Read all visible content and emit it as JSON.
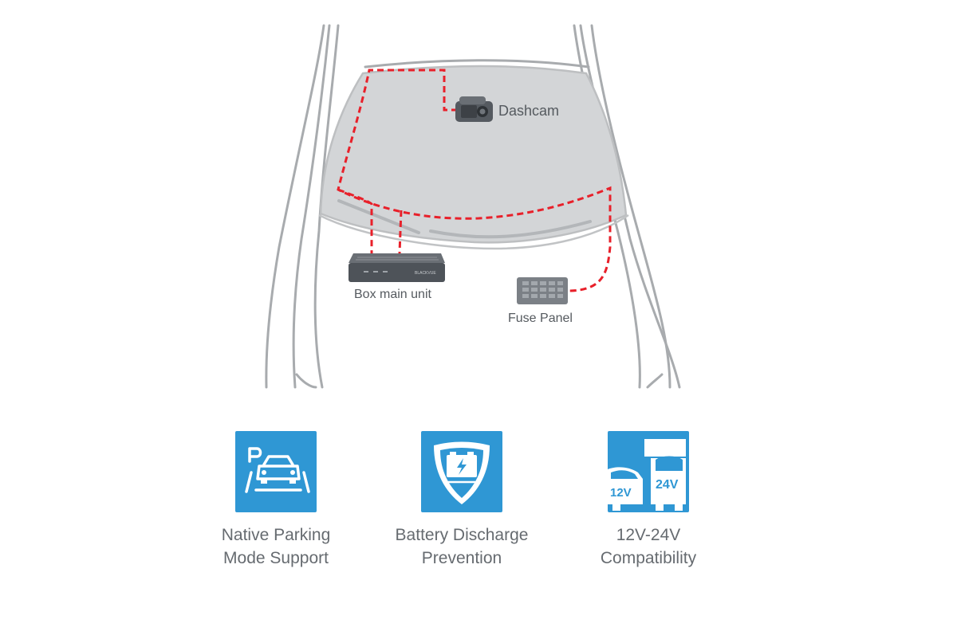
{
  "diagram": {
    "labels": {
      "dashcam": "Dashcam",
      "box_main_unit": "Box main unit",
      "fuse_panel": "Fuse Panel",
      "brand_on_box": "BLACKVUE"
    },
    "colors": {
      "wire": "#e8202a",
      "car_outline": "#a8abae",
      "windshield": "#d3d5d7",
      "device": "#555a60",
      "accent": "#2f97d4"
    }
  },
  "features": [
    {
      "icon": "parking-car-icon",
      "line1": "Native Parking",
      "line2": "Mode Support",
      "glyph": "P"
    },
    {
      "icon": "battery-shield-icon",
      "line1": "Battery Discharge",
      "line2": "Prevention"
    },
    {
      "icon": "vehicles-voltage-icon",
      "line1": "12V-24V",
      "line2": "Compatibility",
      "car_voltage": "12V",
      "truck_voltage": "24V"
    }
  ]
}
